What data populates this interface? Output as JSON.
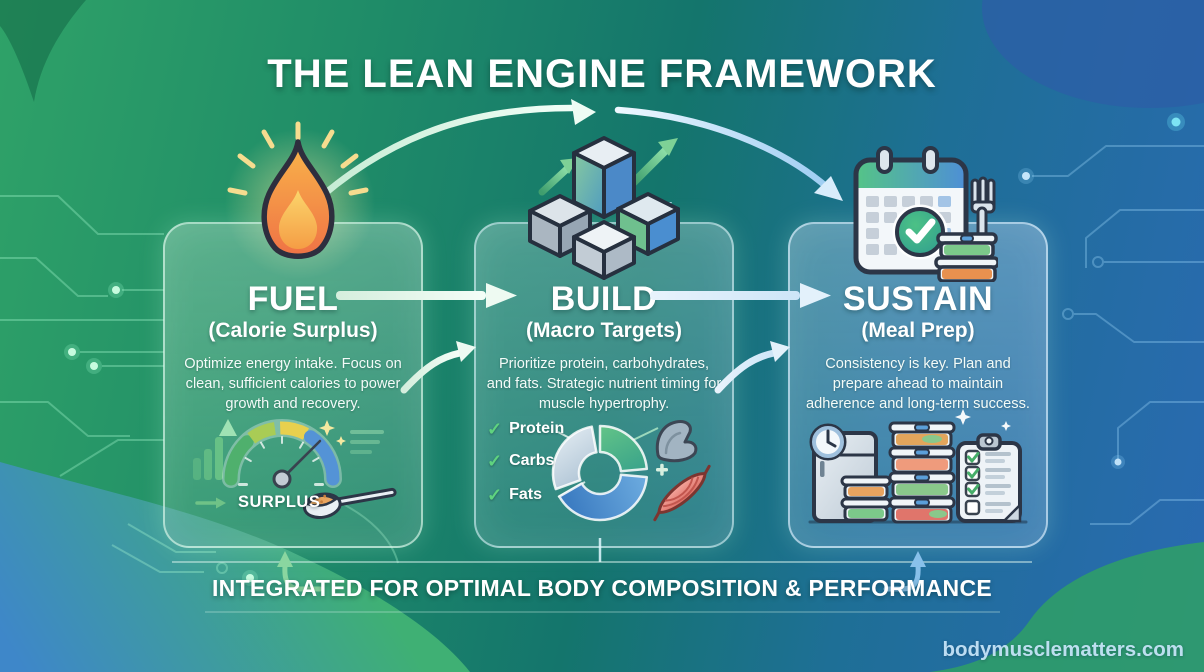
{
  "title": "THE LEAN ENGINE FRAMEWORK",
  "glyphs": {
    "check": "✓"
  },
  "cards": [
    {
      "title": "FUEL",
      "subtitle": "(Calorie Surplus)",
      "body": "Optimize energy intake. Focus on clean, sufficient calories to power growth and recovery.",
      "gauge_label": "SURPLUS",
      "icon": "flame-icon"
    },
    {
      "title": "BUILD",
      "subtitle": "(Macro Targets)",
      "body": "Prioritize protein, carbohydrates, and fats. Strategic nutrient timing for muscle hypertrophy.",
      "legend": [
        "Protein",
        "Carbs",
        "Fats"
      ],
      "icon": "growth-cubes-icon"
    },
    {
      "title": "SUSTAIN",
      "subtitle": "(Meal Prep)",
      "body": "Consistency is key. Plan and prepare ahead to maintain adherence and long-term success.",
      "icon": "meal-prep-calendar-icon"
    }
  ],
  "banner": "INTEGRATED FOR OPTIMAL BODY COMPOSITION & PERFORMANCE",
  "watermark": "bodymusclematters.com",
  "colors": {
    "bg_green": "#2fa268",
    "bg_blue": "#2a6ab2",
    "accent_green": "#8ad6a0",
    "accent_blue": "#88c0ea",
    "flame_orange": "#f59d45",
    "donut_green": "#4fb47e",
    "donut_blue": "#4f92d2",
    "donut_gray": "#c2d4e0"
  }
}
